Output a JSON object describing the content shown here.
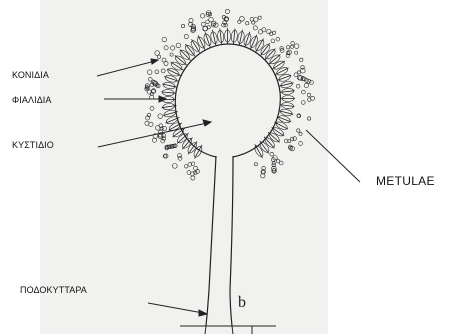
{
  "labels": {
    "conidia": "ΚΟΝΙΔΙΑ",
    "phialides": "ΦΙΑΛΙΔΙΑ",
    "vesicle": "ΚΥΣΤΙΔΙΟ",
    "metulae": "METULAE",
    "foot_cell": "ΠΟΔΟΚΥΤΤΑΡΑ",
    "figure_letter": "b"
  },
  "colors": {
    "ink": "#222222",
    "paper": "#f1f1ef",
    "background": "#ffffff"
  }
}
